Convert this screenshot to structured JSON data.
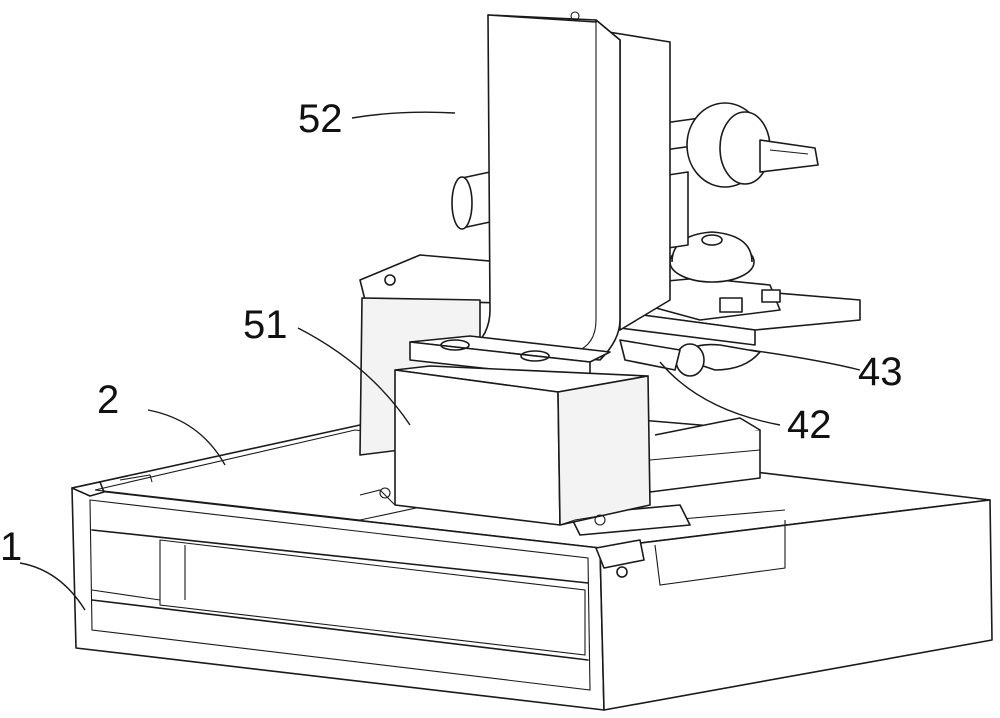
{
  "labels": {
    "l52": "52",
    "l51": "51",
    "l2": "2",
    "l1": "1",
    "l43": "43",
    "l42": "42"
  }
}
